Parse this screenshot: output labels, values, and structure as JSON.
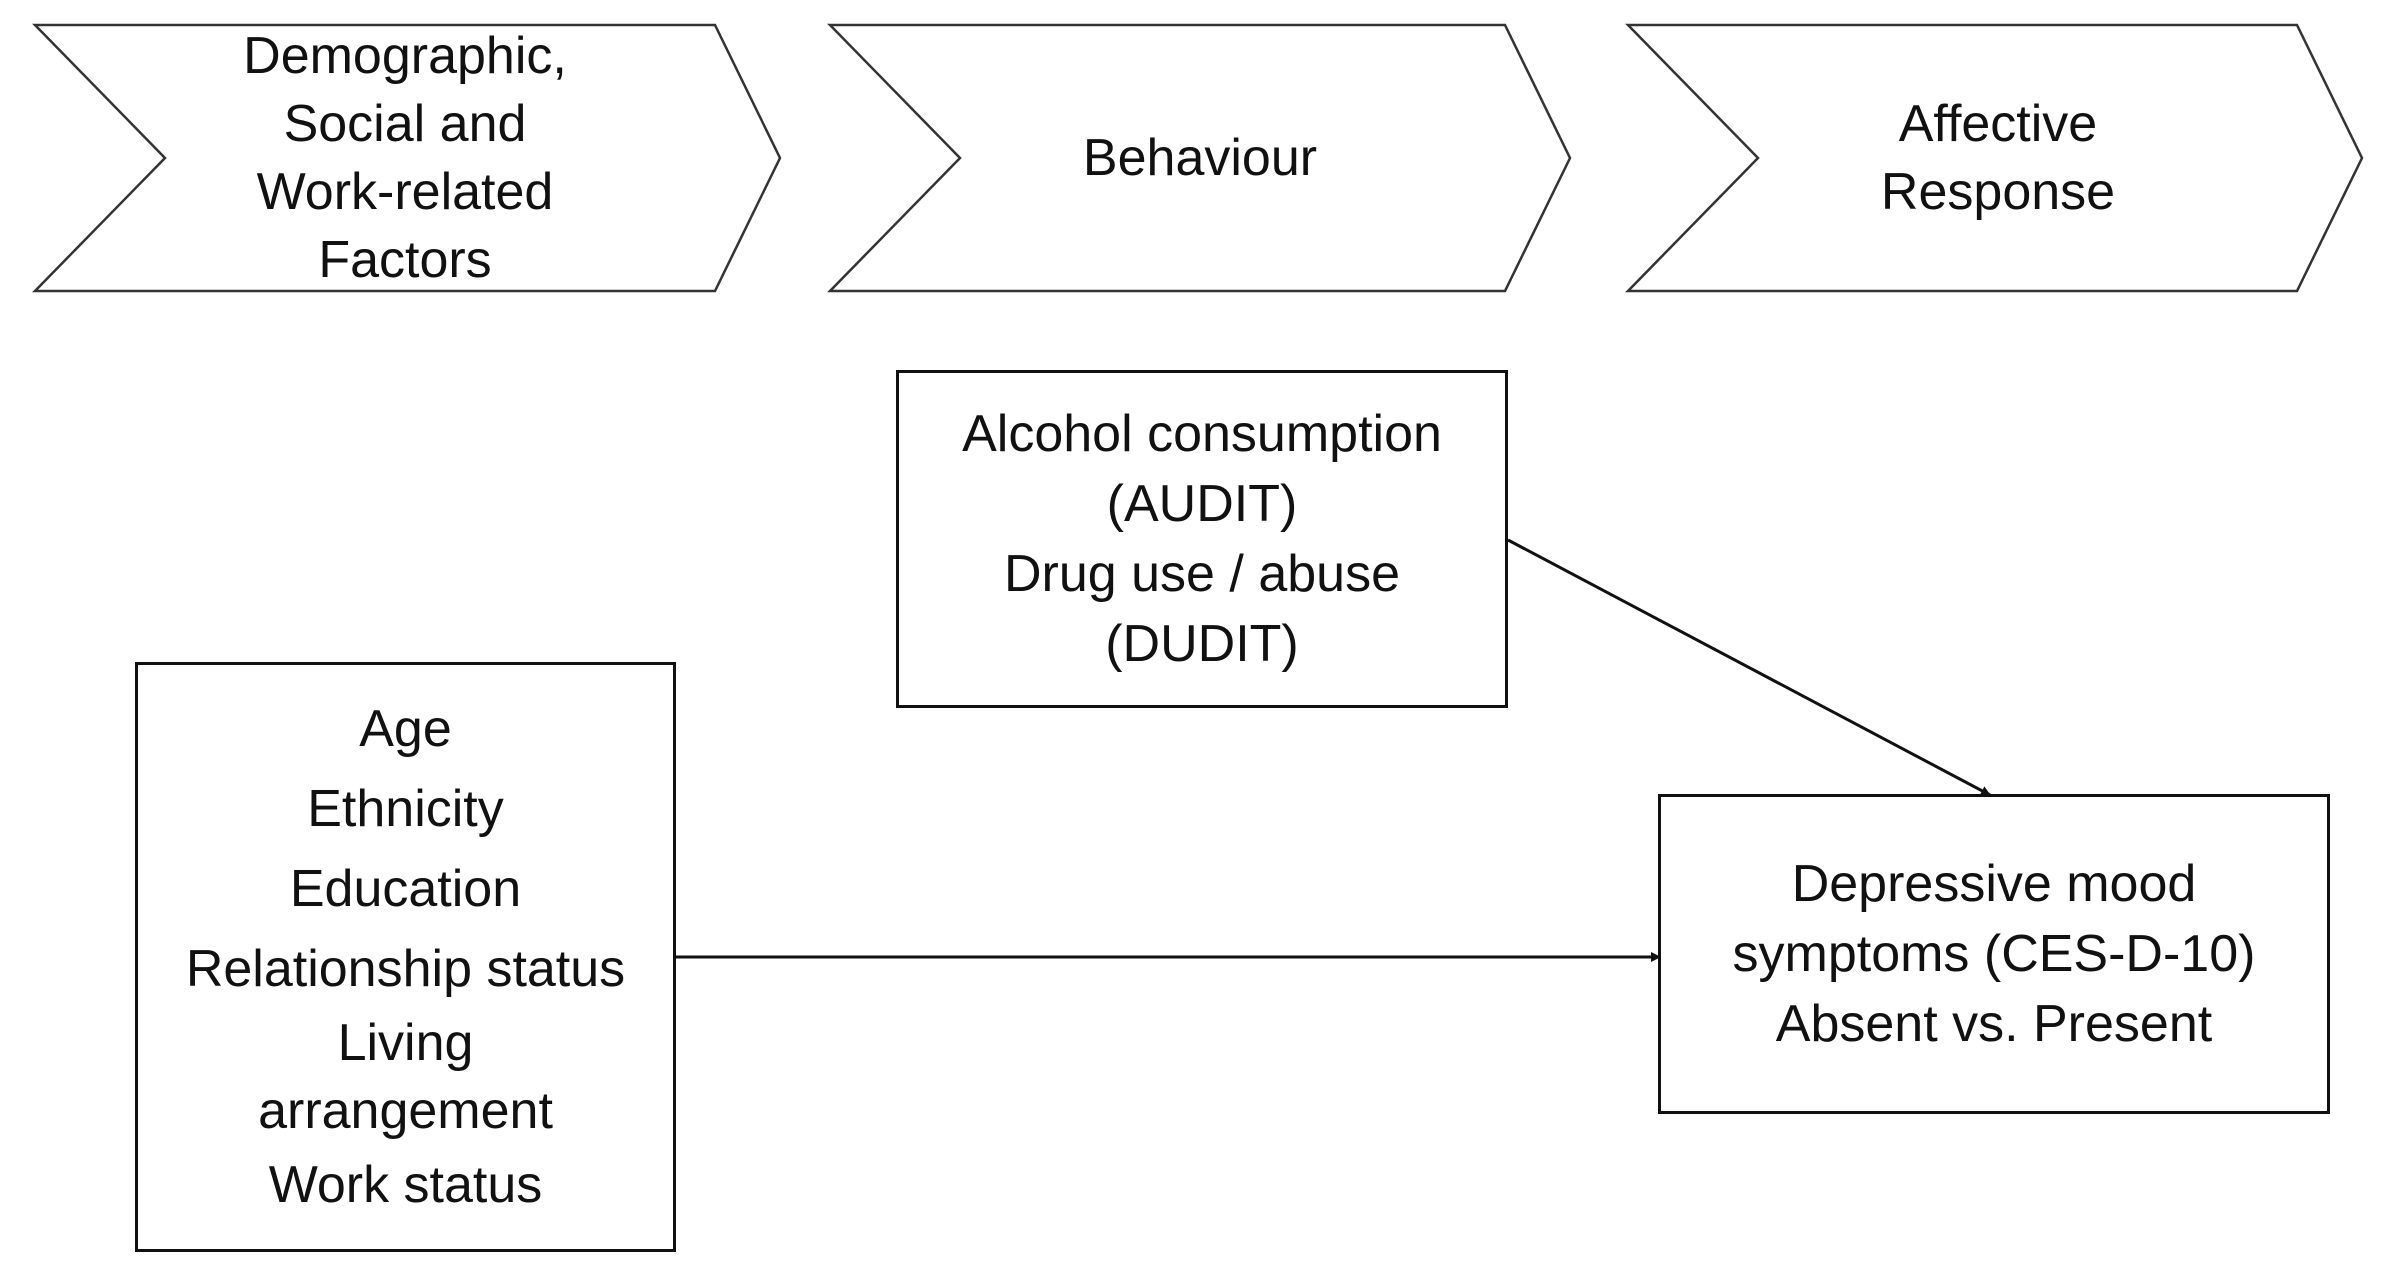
{
  "stages": [
    {
      "lines": [
        "Demographic,",
        "Social and",
        "Work-related",
        "Factors"
      ]
    },
    {
      "lines": [
        "Behaviour"
      ]
    },
    {
      "lines": [
        "Affective",
        "Response"
      ]
    }
  ],
  "behaviour_box": {
    "alcohol_line1": "Alcohol consumption",
    "alcohol_line2": "(AUDIT)",
    "drug_line1": "Drug use / abuse",
    "drug_line2": "(DUDIT)"
  },
  "factors_box": {
    "items": [
      "Age",
      "Ethnicity",
      "Education",
      "Relationship status",
      "Living",
      "arrangement",
      "Work status"
    ]
  },
  "outcome_box": {
    "line1": "Depressive mood",
    "line2": "symptoms (CES-D-10)",
    "line3": "Absent vs. Present"
  }
}
